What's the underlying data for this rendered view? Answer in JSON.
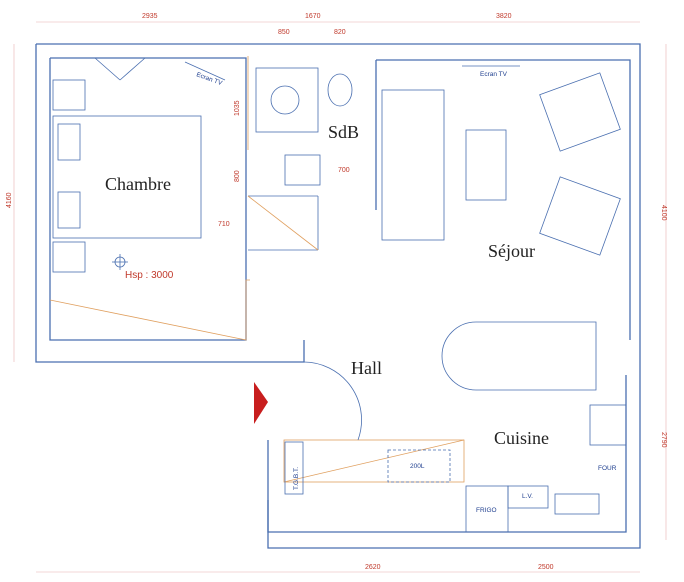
{
  "dimensions": {
    "top": [
      "2935",
      "1670",
      "850",
      "820",
      "3820"
    ],
    "bottom": [
      "2620",
      "2500"
    ],
    "left": [
      "4160"
    ],
    "right": [
      "4100",
      "2790"
    ],
    "inner": [
      "1035",
      "800",
      "710",
      "700"
    ]
  },
  "rooms": {
    "chambre": "Chambre",
    "sdb": "SdB",
    "sejour": "Séjour",
    "hall": "Hall",
    "cuisine": "Cuisine"
  },
  "labels": {
    "ecran_tv_chambre": "Ecran TV",
    "ecran_tv_sejour": "Ecran TV",
    "hsp": "Hsp : 3000",
    "tgbt": "T.G.B.T.",
    "ballon": "200L",
    "frigo": "FRIGO",
    "lv": "L.V.",
    "four": "FOUR"
  },
  "colors": {
    "walls": "#4a6fb0",
    "dimensions": "#c0392b",
    "entry_arrow": "#c81e1e",
    "fixtures": "#e0a060"
  }
}
